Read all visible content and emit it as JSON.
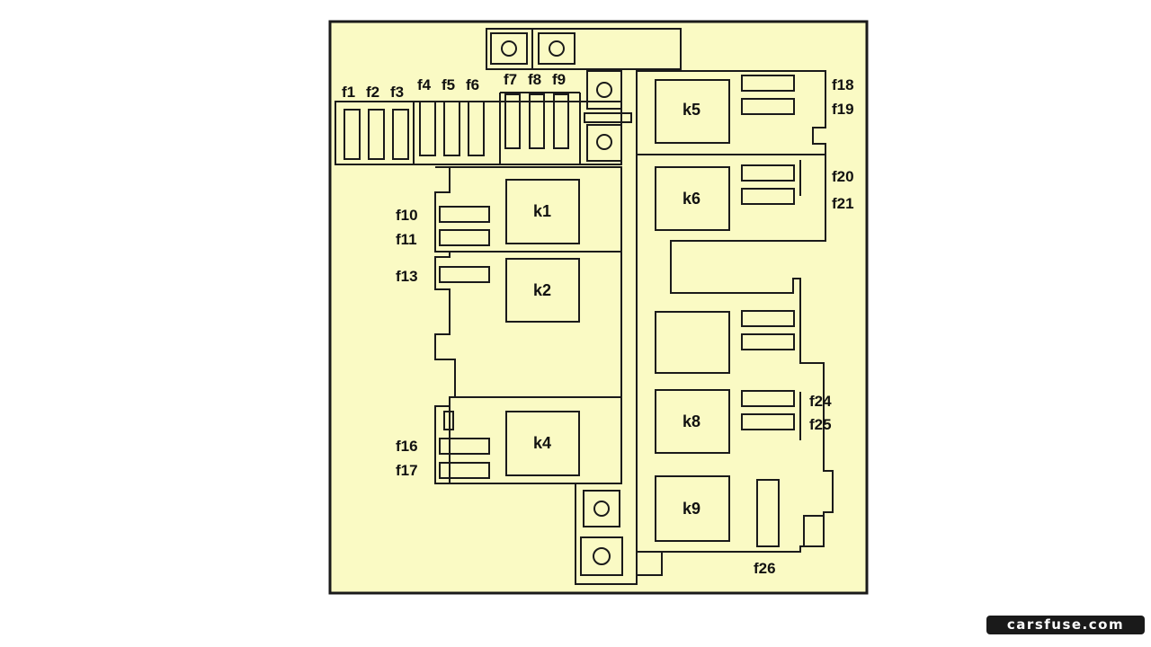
{
  "colors": {
    "panel": "#fafac4",
    "line": "#1a1a1a",
    "badge": "#1a1a1a"
  },
  "fuse_labels": [
    "f1",
    "f2",
    "f3",
    "f4",
    "f5",
    "f6",
    "f7",
    "f8",
    "f9",
    "f10",
    "f11",
    "f13",
    "f16",
    "f17",
    "f18",
    "f19",
    "f20",
    "f21",
    "f24",
    "f25",
    "f26"
  ],
  "relay_labels": [
    "k1",
    "k2",
    "k4",
    "k5",
    "k6",
    "k8",
    "k9"
  ],
  "watermark": "carsfuse.com"
}
